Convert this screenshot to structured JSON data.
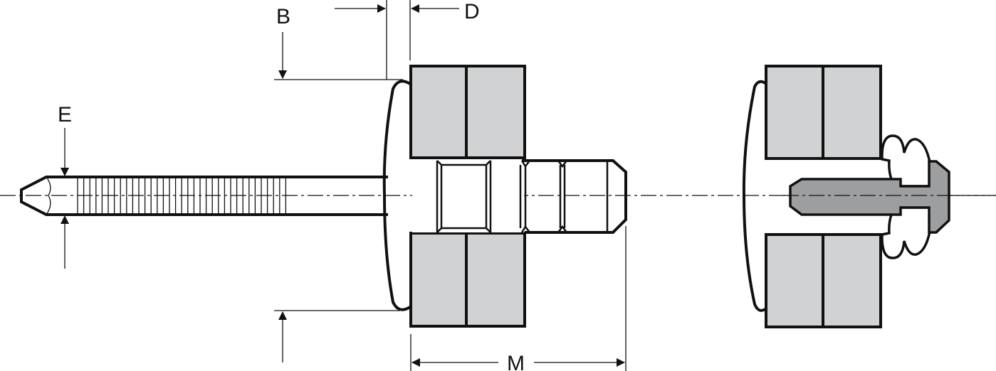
{
  "diagram": {
    "dimension_labels": {
      "B": "B",
      "D": "D",
      "E": "E",
      "M": "M"
    },
    "views": [
      "rivet-before-setting",
      "rivet-after-setting"
    ]
  },
  "colors": {
    "plate_fill": "#d1d2d4",
    "mandrel_set_fill": "#9d9ea0",
    "stroke": "#111111"
  }
}
